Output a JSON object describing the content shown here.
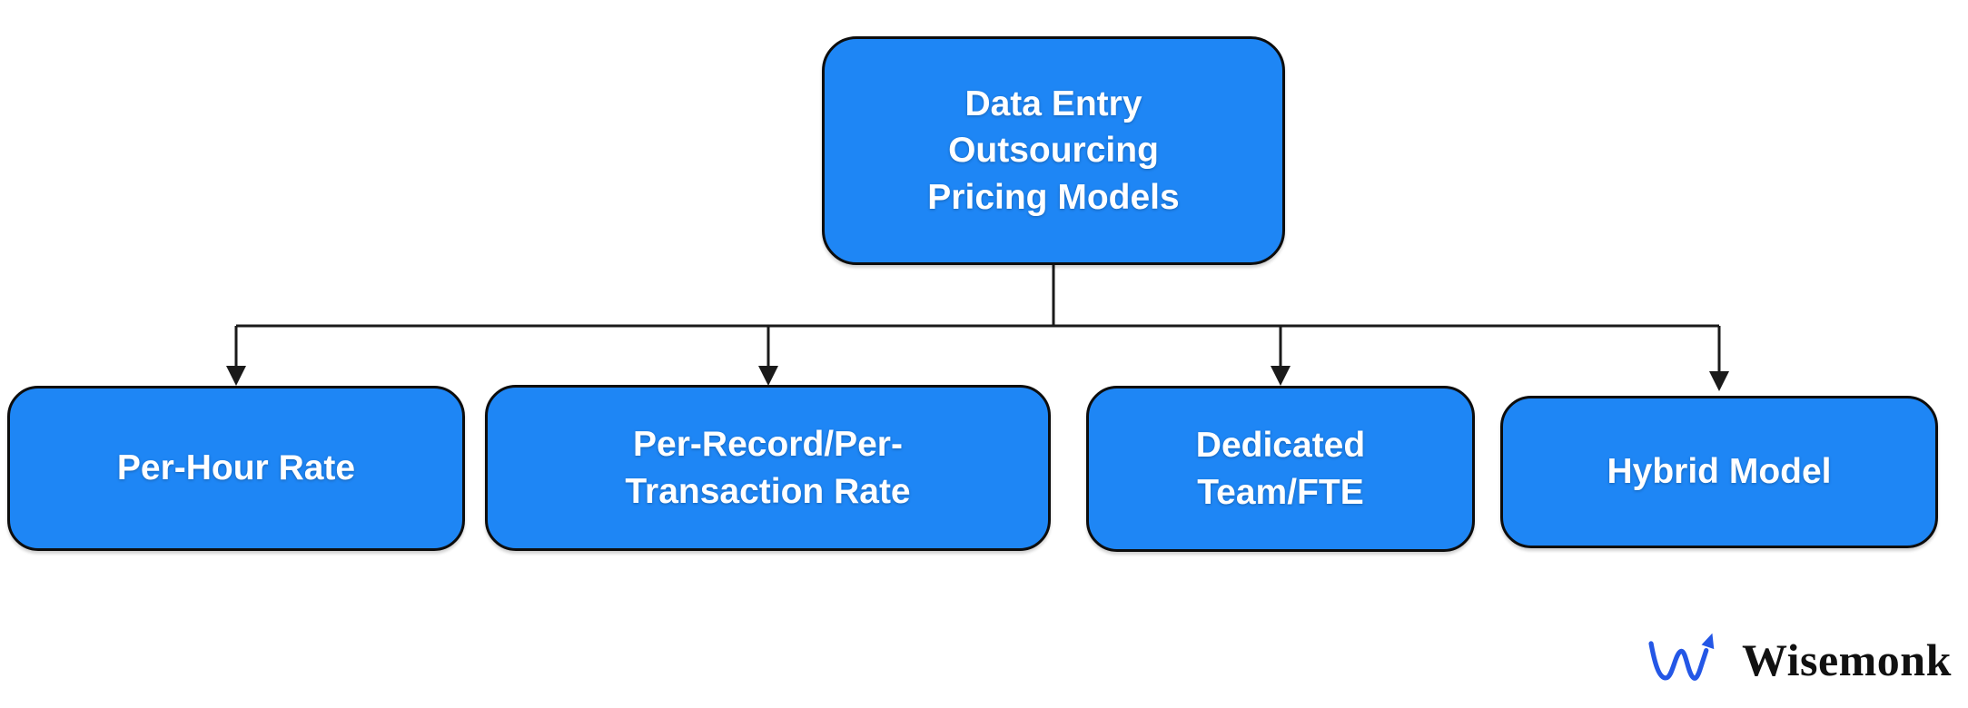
{
  "diagram": {
    "title": "Data Entry Outsourcing Pricing Models",
    "type": "flowchart",
    "root": {
      "label": "Data Entry\nOutsourcing\nPricing Models"
    },
    "children": [
      {
        "label": "Per-Hour Rate"
      },
      {
        "label": "Per-Record/Per-\nTransaction Rate"
      },
      {
        "label": "Dedicated\nTeam/FTE"
      },
      {
        "label": "Hybrid Model"
      }
    ]
  },
  "branding": {
    "logo_text": "Wisemonk",
    "logo_icon": "wave-arrow-up-icon"
  },
  "colors": {
    "node_fill": "#1E86F5",
    "node_border": "#0d0d0d",
    "node_text": "#ffffff",
    "connector": "#1a1a1a",
    "logo_blue": "#2457E6",
    "logo_text_color": "#111111",
    "background": "#ffffff"
  }
}
